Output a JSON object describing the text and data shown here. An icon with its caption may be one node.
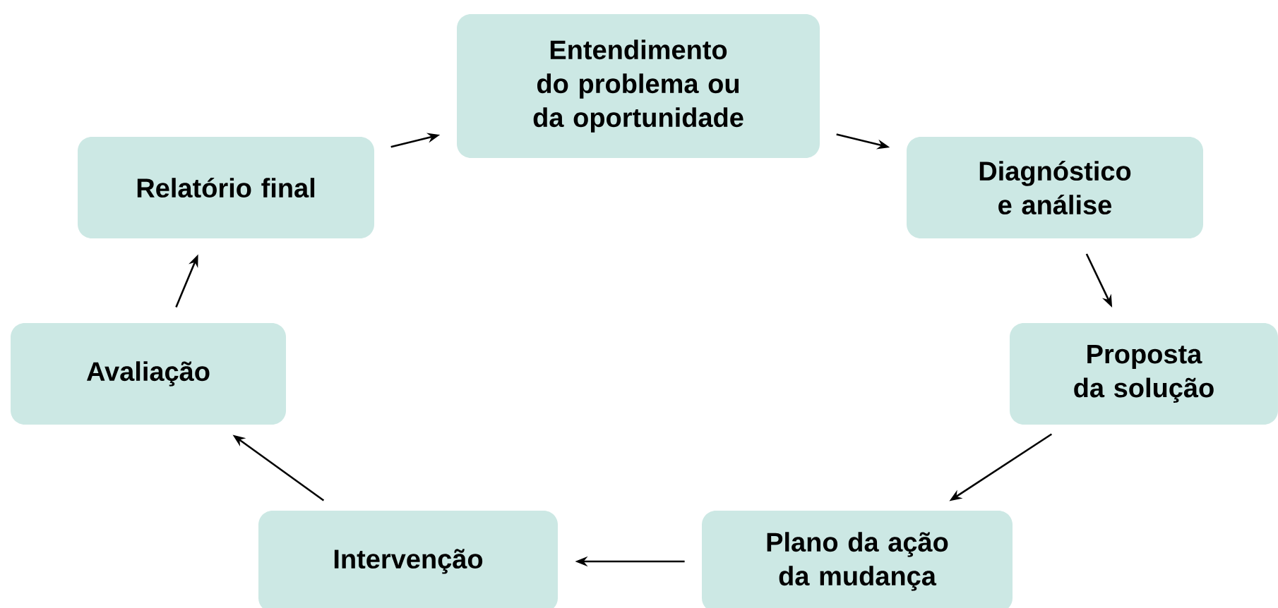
{
  "diagram": {
    "nodes": [
      {
        "text": [
          "Entendimento do problema ou da oportunidade"
        ]
      },
      {
        "text": [
          "Diagnóstico e análise"
        ]
      },
      {
        "text": [
          "Proposta da solução"
        ]
      },
      {
        "text": [
          "Plano da ação da mudança"
        ]
      },
      {
        "text": [
          "Intervenção"
        ]
      },
      {
        "text": [
          "Avaliação"
        ]
      },
      {
        "text": [
          "Relatório final"
        ]
      }
    ],
    "edges": [
      {
        "from": 0,
        "to": 1,
        "arrow": "to"
      },
      {
        "from": 1,
        "to": 2,
        "arrow": "to"
      },
      {
        "from": 2,
        "to": 3,
        "arrow": "to"
      },
      {
        "from": 3,
        "to": 4,
        "arrow": "to"
      },
      {
        "from": 4,
        "to": 5,
        "arrow": "to"
      },
      {
        "from": 5,
        "to": 6,
        "arrow": "to"
      },
      {
        "from": 6,
        "to": 0,
        "arrow": "to"
      }
    ]
  }
}
